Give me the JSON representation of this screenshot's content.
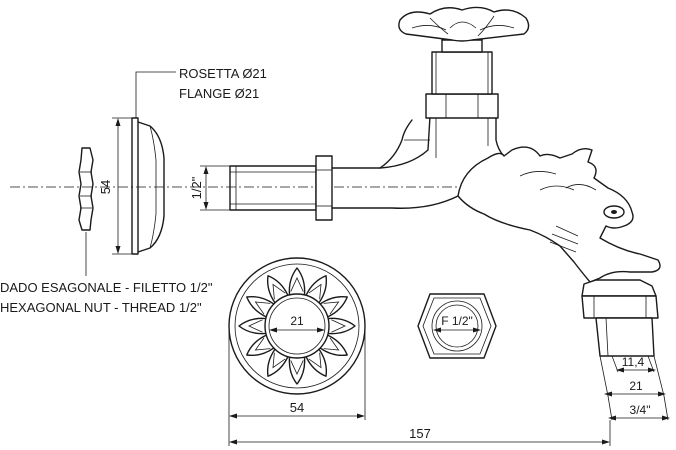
{
  "labels": {
    "rosetta_it": "ROSETTA Ø21",
    "rosetta_en": "FLANGE Ø21",
    "dado_it": "DADO ESAGONALE - FILETTO 1/2\"",
    "dado_en": "HEXAGONAL NUT - THREAD 1/2\""
  },
  "dimensions": {
    "flange_height": "54",
    "pipe_thread": "1/2\"",
    "rosette_inner": "21",
    "rosette_outer": "54",
    "nut_thread": "F 1/2\"",
    "outlet_11_4": "11,4",
    "outlet_21": "21",
    "outlet_thread": "3/4\"",
    "total_length": "157"
  }
}
